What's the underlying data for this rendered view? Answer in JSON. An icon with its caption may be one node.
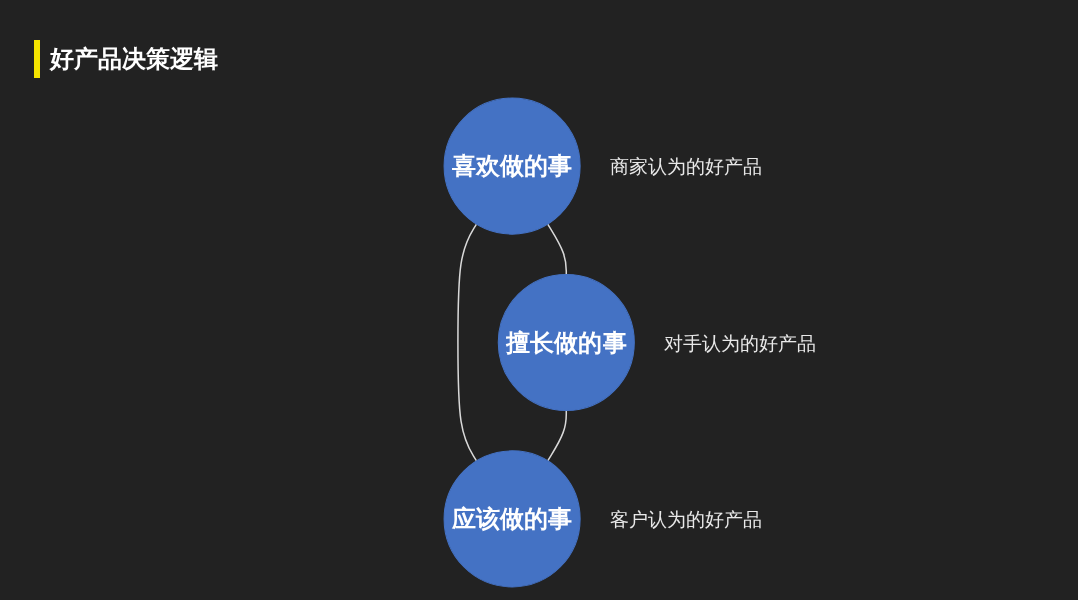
{
  "diagram": {
    "title": "好产品决策逻辑",
    "nodes": [
      {
        "text": [
          "喜欢做的事"
        ],
        "beside": [
          "商家认为的好产品"
        ]
      },
      {
        "text": [
          "擅长做的事"
        ],
        "beside": [
          "对手认为的好产品"
        ]
      },
      {
        "text": [
          "应该做的事"
        ],
        "beside": [
          "客户认为的好产品"
        ]
      }
    ],
    "edges": [
      {
        "from": 0,
        "to": 1,
        "arrow": "none"
      },
      {
        "from": 0,
        "to": 2,
        "arrow": "none"
      },
      {
        "from": 1,
        "to": 2,
        "arrow": "none"
      }
    ]
  }
}
